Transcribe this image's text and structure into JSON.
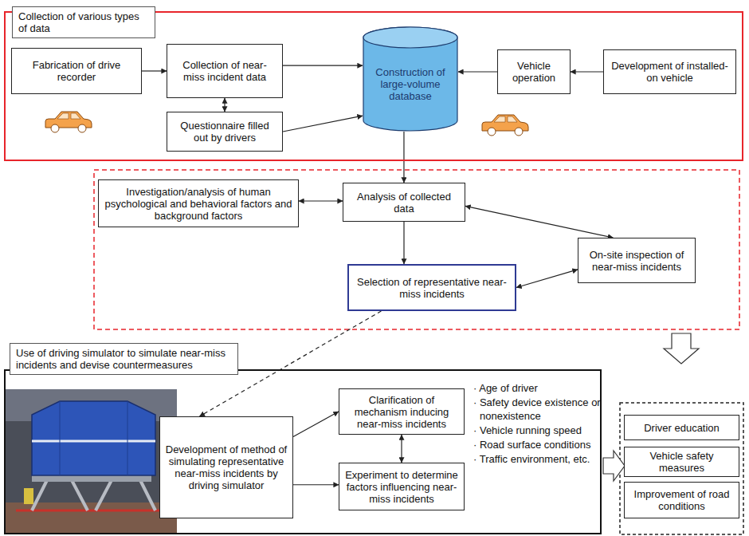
{
  "diagram": {
    "nodes": [
      {
        "text": [
          "Collection of various types of data"
        ]
      },
      {
        "text": [
          "Fabrication of drive recorder"
        ],
        "in": 0
      },
      {
        "text": [
          "Collection of near-miss incident data"
        ],
        "in": 0
      },
      {
        "text": [
          "Construction of large-volume database"
        ],
        "in": 0
      },
      {
        "text": [
          "Vehicle operation"
        ],
        "in": 0
      },
      {
        "text": [
          "Development of installed-on vehicle"
        ],
        "in": 0
      },
      {
        "text": [
          "Questionnaire filled out by drivers"
        ],
        "in": 0
      },
      {
        "text": [
          "Investigation/analysis of human psychological and behavioral factors and background factors"
        ]
      },
      {
        "text": [
          "Analysis of collected data"
        ]
      },
      {
        "text": [
          "On-site inspection of near-miss incidents"
        ]
      },
      {
        "text": [
          "Selection of representative near-miss incidents"
        ]
      },
      {
        "text": [
          "Use of driving simulator to simulate near-miss incidents and devise countermeasures"
        ]
      },
      {
        "text": [
          "Development of method of simulating representative near-miss incidents by driving simulator"
        ],
        "in": 11
      },
      {
        "text": [
          "Clarification of mechanism inducing near-miss incidents"
        ],
        "in": 11
      },
      {
        "text": [
          "Experiment to determine factors influencing near-miss incidents"
        ],
        "in": 11
      },
      {
        "text": [
          "Driver education"
        ]
      },
      {
        "text": [
          "Vehicle safety measures"
        ]
      },
      {
        "text": [
          "Improvement of road conditions"
        ]
      }
    ],
    "edges": [
      {
        "from": 1,
        "to": 2,
        "arrow": "to"
      },
      {
        "from": 2,
        "to": 6,
        "arrow": "both"
      },
      {
        "from": 2,
        "to": 3,
        "arrow": "to"
      },
      {
        "from": 6,
        "to": 3,
        "arrow": "to"
      },
      {
        "from": 5,
        "to": 4,
        "arrow": "to"
      },
      {
        "from": 4,
        "to": 3,
        "arrow": "to"
      },
      {
        "from": 3,
        "to": 8,
        "arrow": "to"
      },
      {
        "from": 7,
        "to": 8,
        "arrow": "both"
      },
      {
        "from": 8,
        "to": 10,
        "arrow": "to"
      },
      {
        "from": 8,
        "to": 9,
        "arrow": "both"
      },
      {
        "from": 10,
        "to": 9,
        "arrow": "both"
      },
      {
        "from": 10,
        "to": 12,
        "arrow": "to"
      },
      {
        "from": 12,
        "to": 13,
        "arrow": "to"
      },
      {
        "from": 12,
        "to": 14,
        "arrow": "to"
      },
      {
        "from": 13,
        "to": 14,
        "arrow": "both"
      }
    ],
    "labels": [
      "· Age of driver",
      "· Safety device existence or nonexistence",
      "· Vehicle running speed",
      "· Road surface conditions",
      "· Traffic environment, etc."
    ]
  }
}
